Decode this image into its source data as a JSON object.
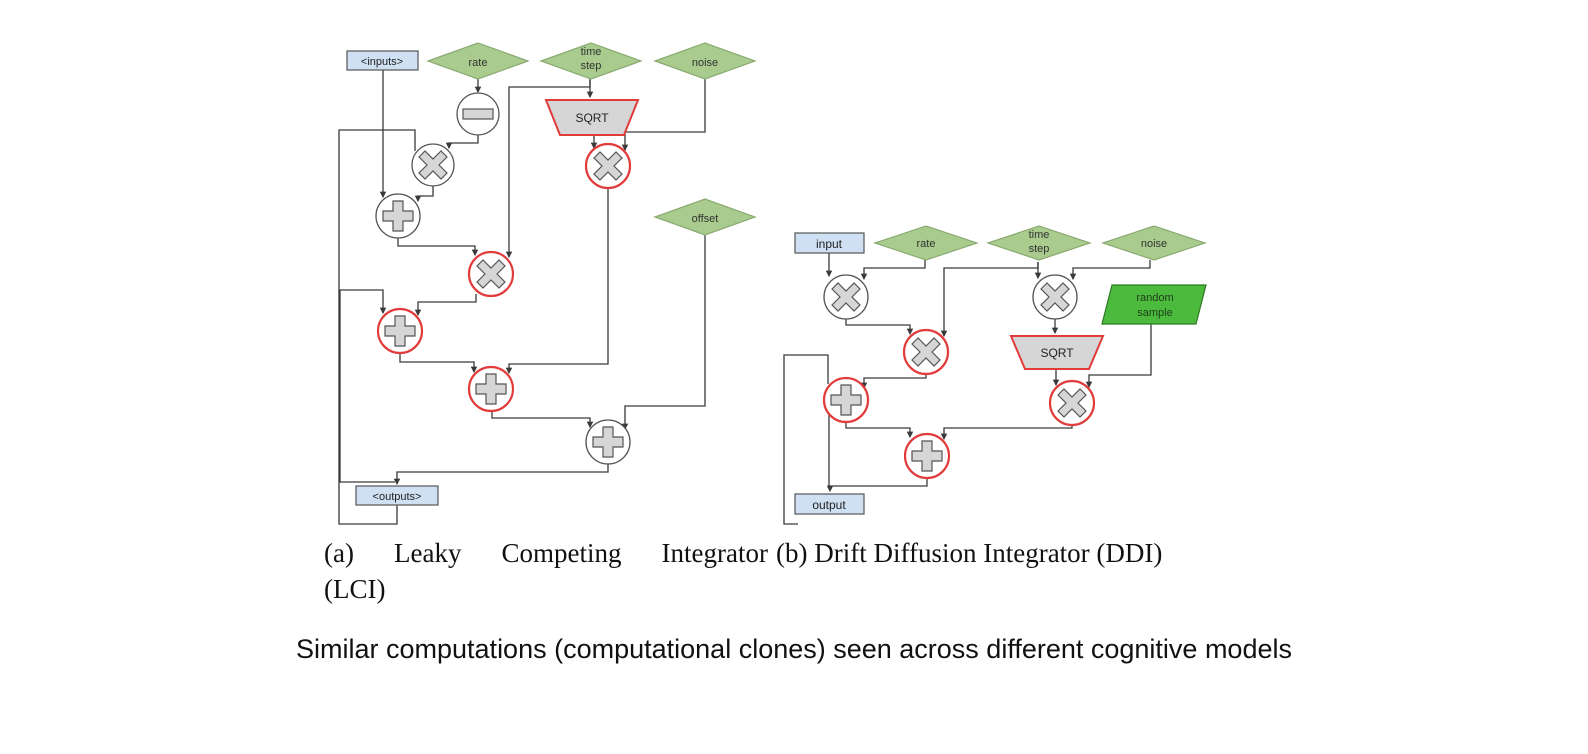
{
  "diagram_a": {
    "inputs_label": "<inputs>",
    "rate_label": "rate",
    "time_step_label": [
      "time",
      "step"
    ],
    "noise_label": "noise",
    "sqrt_label": "SQRT",
    "offset_label": "offset",
    "outputs_label": "<outputs>"
  },
  "diagram_b": {
    "input_label": "input",
    "rate_label": "rate",
    "time_step_label": [
      "time",
      "step"
    ],
    "noise_label": "noise",
    "random_sample_label": [
      "random",
      "sample"
    ],
    "sqrt_label": "SQRT",
    "output_label": "output"
  },
  "subcaptions": {
    "a_words": [
      "(a)",
      "Leaky",
      "Competing",
      "Integrator"
    ],
    "a_line2": "(LCI)",
    "b": "(b) Drift Diffusion Integrator (DDI)"
  },
  "caption": "Similar computations (computational clones) seen across different cognitive models",
  "colors": {
    "param_fill": "#a9cc8e",
    "param_stroke": "#8aaa72",
    "io_fill": "#cfe0f3",
    "op_fill": "#d6d6d6",
    "highlight": "#e23b3b",
    "random_fill": "#4cbb3d",
    "line": "#3a3a3a"
  }
}
